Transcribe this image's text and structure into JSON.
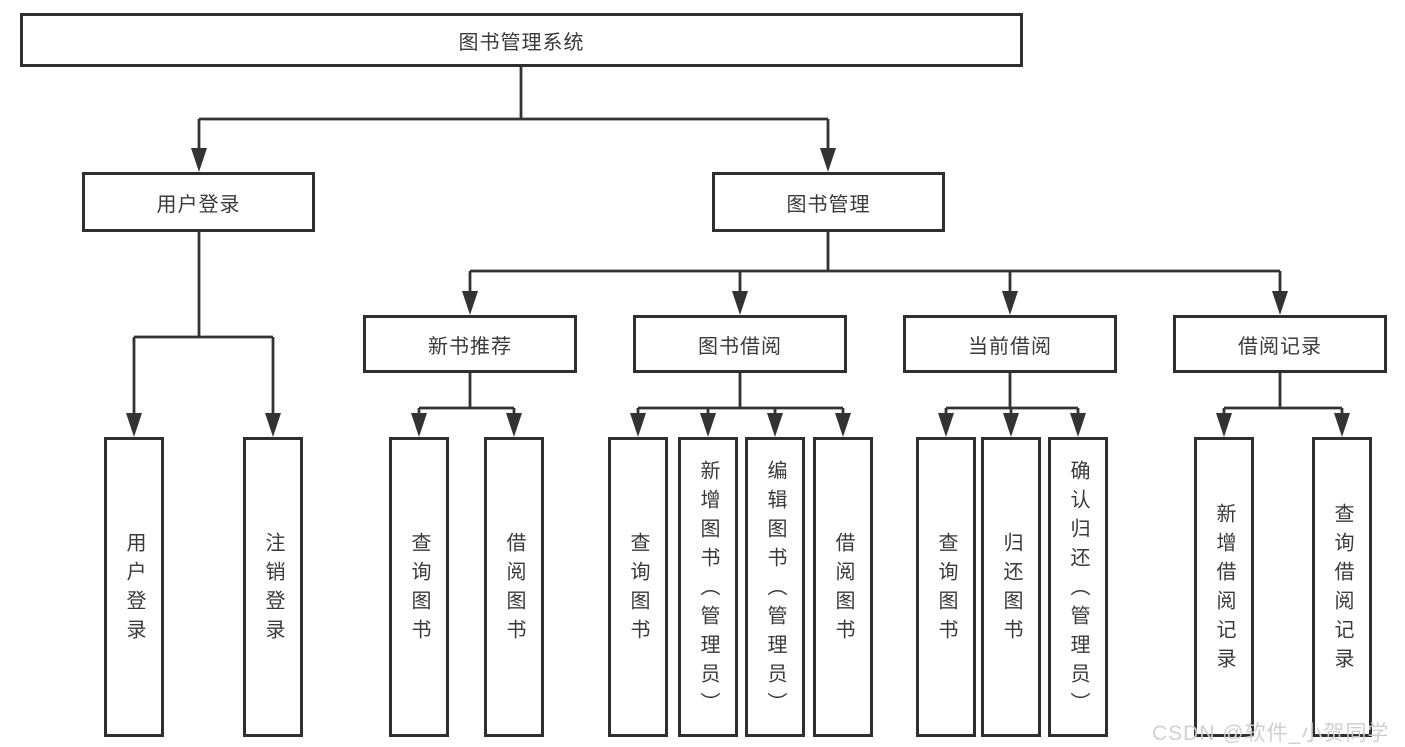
{
  "nodes": {
    "root": {
      "label": "图书管理系统"
    },
    "user_login": {
      "label": "用户登录"
    },
    "book_management": {
      "label": "图书管理"
    },
    "new_book_recommend": {
      "label": "新书推荐"
    },
    "book_borrowing": {
      "label": "图书借阅"
    },
    "current_borrowing": {
      "label": "当前借阅"
    },
    "borrowing_records": {
      "label": "借阅记录"
    },
    "leaf_user_login": {
      "label": "用户登录"
    },
    "leaf_logout_login": {
      "label": "注销登录"
    },
    "leaf_nb_query_books": {
      "label": "查询图书"
    },
    "leaf_nb_borrow_books": {
      "label": "借阅图书"
    },
    "leaf_bb_query_books": {
      "label": "查询图书"
    },
    "leaf_bb_add_books": {
      "label": "新增图书（管理员）"
    },
    "leaf_bb_edit_books": {
      "label": "编辑图书（管理员）"
    },
    "leaf_bb_borrow_books": {
      "label": "借阅图书"
    },
    "leaf_cb_query_books": {
      "label": "查询图书"
    },
    "leaf_cb_return_books": {
      "label": "归还图书"
    },
    "leaf_cb_confirm_return": {
      "label": "确认归还（管理员）"
    },
    "leaf_br_add_record": {
      "label": "新增借阅记录"
    },
    "leaf_br_query_record": {
      "label": "查询借阅记录"
    }
  },
  "colors": {
    "line": "#333333",
    "border": "#2f2f2f",
    "text": "#3a3a3a",
    "watermark": "#cdcdcd"
  },
  "watermark": {
    "text": "CSDN @软件_小贺同学"
  }
}
